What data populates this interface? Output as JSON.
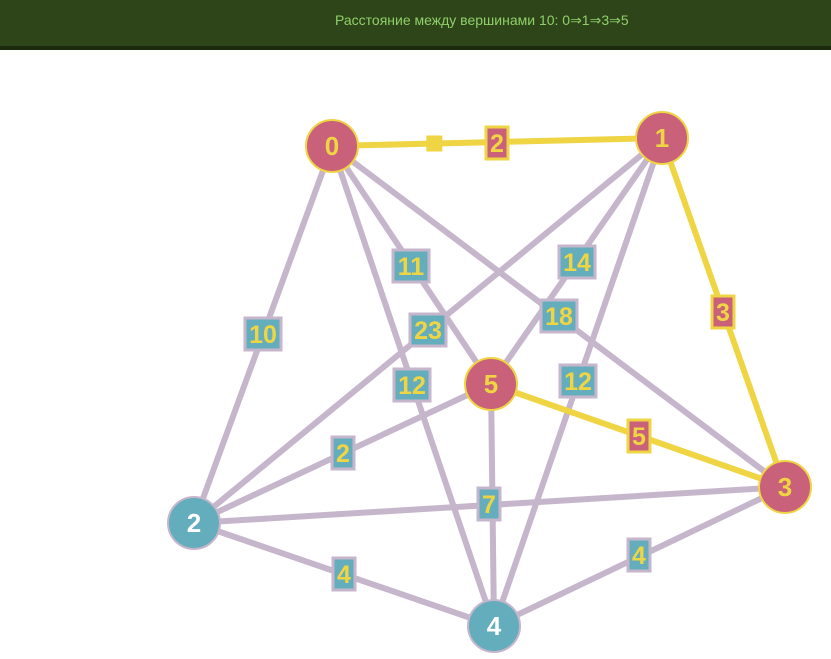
{
  "header": {
    "status_text": "Расстояние между вершинами 10: 0⇒1⇒3⇒5"
  },
  "colors": {
    "header_bg": "#2e4419",
    "header_text": "#8fd06a",
    "edge_default": "#c6b6cc",
    "edge_path": "#efd543",
    "node_path": "#c9617b",
    "node_default": "#63adbc",
    "label_text": "#efd543",
    "label_box_default": "#63adbc",
    "label_box_path": "#c9617b"
  },
  "graph": {
    "nodes": [
      {
        "id": "0",
        "label": "0",
        "on_path": true
      },
      {
        "id": "1",
        "label": "1",
        "on_path": true
      },
      {
        "id": "2",
        "label": "2",
        "on_path": false
      },
      {
        "id": "3",
        "label": "3",
        "on_path": true
      },
      {
        "id": "4",
        "label": "4",
        "on_path": false
      },
      {
        "id": "5",
        "label": "5",
        "on_path": true
      }
    ],
    "edges": [
      {
        "from": "0",
        "to": "1",
        "weight": "2",
        "on_path": true
      },
      {
        "from": "1",
        "to": "3",
        "weight": "3",
        "on_path": true
      },
      {
        "from": "3",
        "to": "5",
        "weight": "5",
        "on_path": true
      },
      {
        "from": "0",
        "to": "2",
        "weight": "10",
        "on_path": false
      },
      {
        "from": "0",
        "to": "5",
        "weight": "11",
        "on_path": false
      },
      {
        "from": "0",
        "to": "4",
        "weight": "12",
        "on_path": false
      },
      {
        "from": "0",
        "to": "3",
        "weight": "18",
        "on_path": false
      },
      {
        "from": "1",
        "to": "5",
        "weight": "14",
        "on_path": false
      },
      {
        "from": "1",
        "to": "2",
        "weight": "23",
        "on_path": false
      },
      {
        "from": "1",
        "to": "4",
        "weight": "12",
        "on_path": false
      },
      {
        "from": "2",
        "to": "5",
        "weight": "2",
        "on_path": false
      },
      {
        "from": "2",
        "to": "3",
        "weight": "7",
        "on_path": false
      },
      {
        "from": "2",
        "to": "4",
        "weight": "4",
        "on_path": false
      },
      {
        "from": "5",
        "to": "4",
        "weight": "",
        "on_path": false
      },
      {
        "from": "3",
        "to": "4",
        "weight": "4",
        "on_path": false
      }
    ]
  }
}
